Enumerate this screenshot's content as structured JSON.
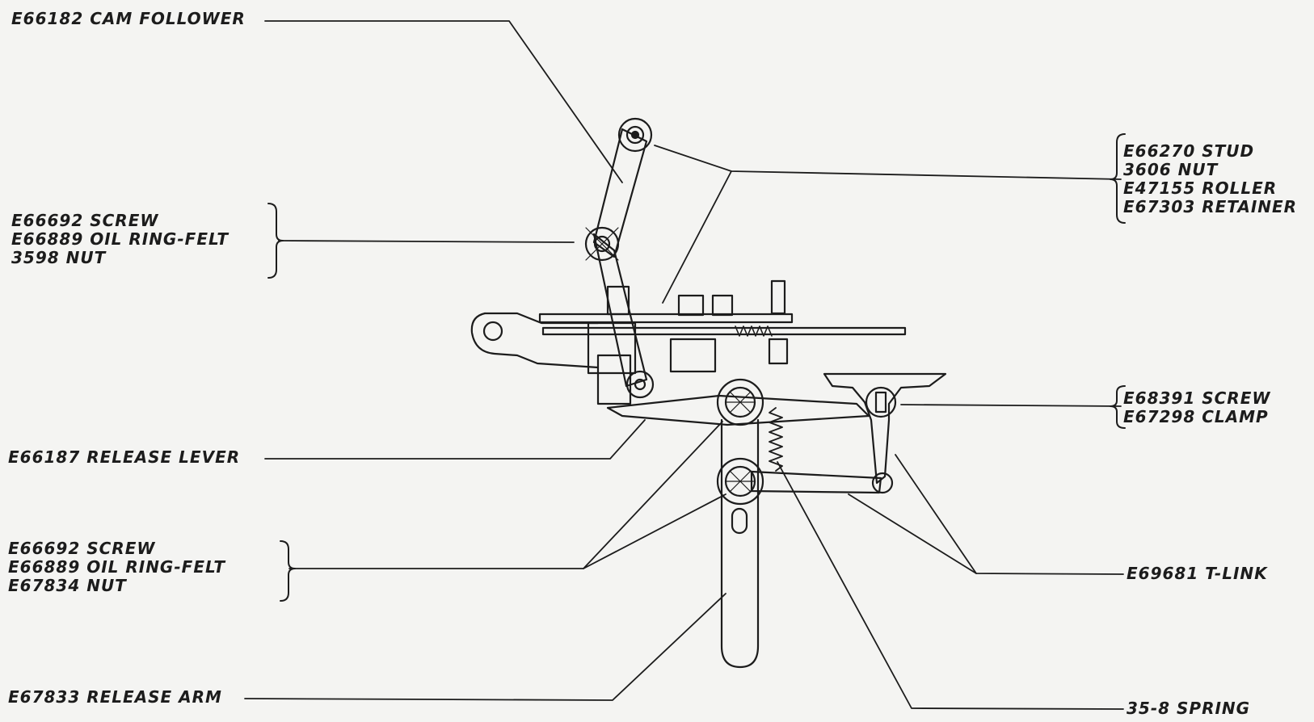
{
  "callouts": {
    "cam_follower": "E66182 CAM FOLLOWER",
    "stud_group": [
      "E66270 STUD",
      "3606 NUT",
      "E47155 ROLLER",
      "E67303 RETAINER"
    ],
    "upper_screw_group": [
      "E66692 SCREW",
      "E66889 OIL RING-FELT",
      "3598 NUT"
    ],
    "screw_clamp_group": [
      "E68391 SCREW",
      "E67298 CLAMP"
    ],
    "release_lever": "E66187 RELEASE LEVER",
    "lower_screw_group": [
      "E66692 SCREW",
      "E66889 OIL RING-FELT",
      "E67834 NUT"
    ],
    "t_link": "E69681 T-LINK",
    "release_arm": "E67833 RELEASE ARM",
    "spring": "35-8 SPRING"
  },
  "colors": {
    "ink": "#1c1c1c",
    "paper": "#f4f4f2"
  }
}
